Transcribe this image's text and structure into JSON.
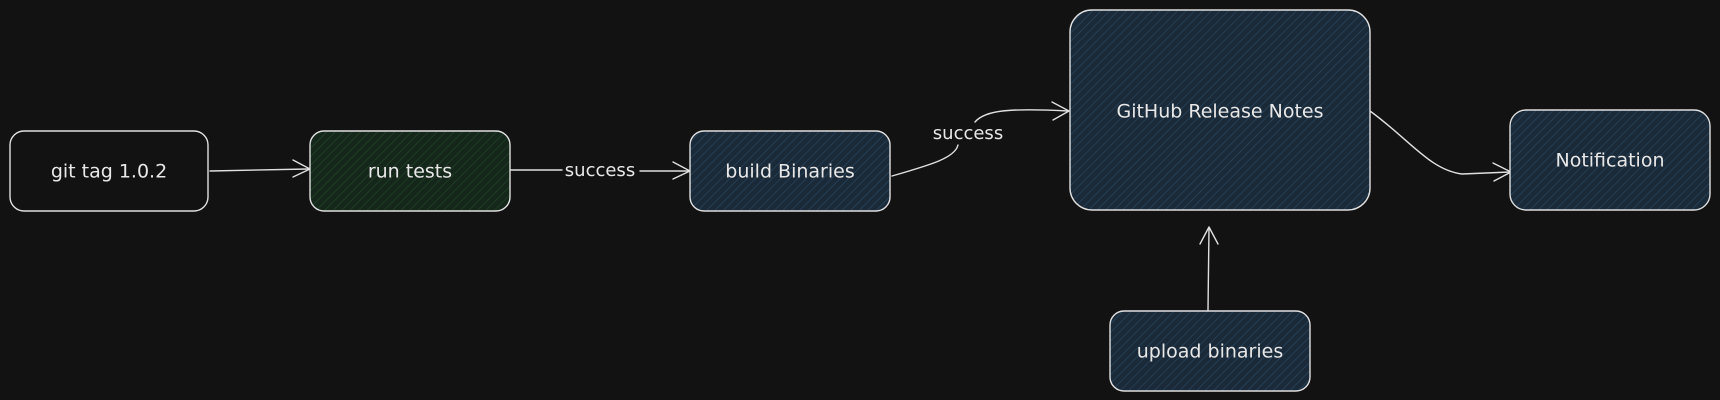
{
  "diagram": {
    "nodes": {
      "git_tag": {
        "label": "git tag 1.0.2",
        "fill": "#121212"
      },
      "run_tests": {
        "label": "run tests",
        "fill": "#1a2e1c"
      },
      "build_binaries": {
        "label": "build Binaries",
        "fill": "#1b2a38"
      },
      "release_notes": {
        "label": "GitHub Release Notes",
        "fill": "#1b2a38"
      },
      "notification": {
        "label": "Notification",
        "fill": "#1b2a38"
      },
      "upload_binaries": {
        "label": "upload binaries",
        "fill": "#1b2a38"
      }
    },
    "edges": {
      "tests_to_build": {
        "label": "success"
      },
      "build_to_release": {
        "label": "success"
      }
    },
    "colors": {
      "background": "#121212",
      "stroke": "#e0e0e0",
      "text": "#e8e8e8",
      "hatch": "#2a5a7a"
    }
  }
}
